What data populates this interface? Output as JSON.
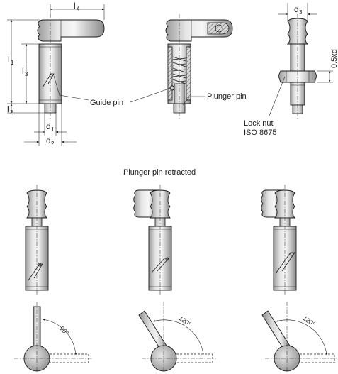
{
  "labels": {
    "guide_pin": "Guide pin",
    "plunger_pin": "Plunger pin",
    "lock_nut_line1": "Lock nut",
    "lock_nut_line2": "ISO 8675",
    "section_title": "Plunger pin retracted"
  },
  "dimensions": {
    "l4": {
      "main": "l",
      "sub": "4"
    },
    "l1": {
      "main": "l",
      "sub": "1"
    },
    "l3": {
      "main": "l",
      "sub": "3"
    },
    "l2": {
      "main": "l",
      "sub": "2"
    },
    "d1": {
      "main": "d",
      "sub": "1"
    },
    "d2": {
      "main": "d",
      "sub": "2"
    },
    "d3": {
      "main": "d",
      "sub": "3"
    },
    "half_d": "0.5xd"
  },
  "angles": {
    "a1": "90°",
    "a2": "120°",
    "a3": "120°"
  }
}
